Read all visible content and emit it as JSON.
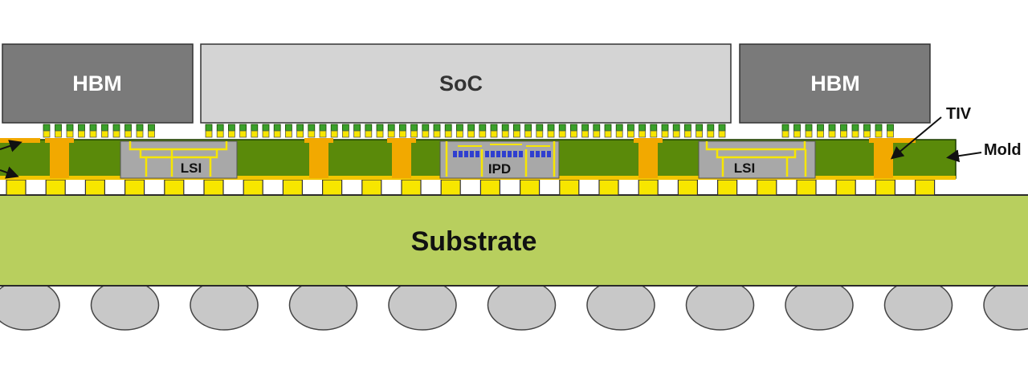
{
  "labels": {
    "hbm_left": "HBM",
    "soc": "SoC",
    "hbm_right": "HBM",
    "lsi_left": "LSI",
    "ipd": "IPD",
    "lsi_right": "LSI",
    "substrate": "Substrate",
    "tiv": "TIV",
    "mold": "Mold"
  },
  "colors": {
    "hbm": "#7a7a7a",
    "soc": "#d4d4d4",
    "mold": "#5a8a0a",
    "tiv": "#f2a900",
    "bridge": "#a8a8a8",
    "bump": "#f7e600",
    "substrate": "#b8cf5e",
    "ball": "#c8c8c8",
    "ipd_cap": "#2f3fcf",
    "microbump_green": "#3aa02a"
  }
}
